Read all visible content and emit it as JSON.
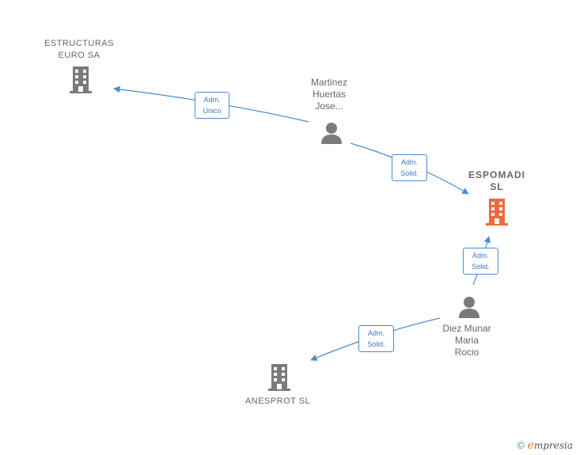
{
  "nodes": {
    "estructuras": {
      "label": "ESTRUCTURAS\nEURO SA"
    },
    "martinez": {
      "label": "Martinez\nHuertas\nJose..."
    },
    "espomadi": {
      "label": "ESPOMADI\nSL"
    },
    "diez": {
      "label": "Diez Munar\nMaria\nRocio"
    },
    "anesprot": {
      "label": "ANESPROT SL"
    }
  },
  "edges": {
    "e1": {
      "label": "Adm.\nUnico"
    },
    "e2": {
      "label": "Adm.\nSolid."
    },
    "e3": {
      "label": "Adm.\nSolid."
    },
    "e4": {
      "label": "Adm.\nSolid."
    }
  },
  "colors": {
    "building": "#7a7a7a",
    "focus_building": "#ef6a3a",
    "person": "#7a7a7a",
    "edge": "#4a8ad6"
  },
  "footer": {
    "copyright": "©",
    "brand_e": "e",
    "brand_rest": "mpresia"
  }
}
